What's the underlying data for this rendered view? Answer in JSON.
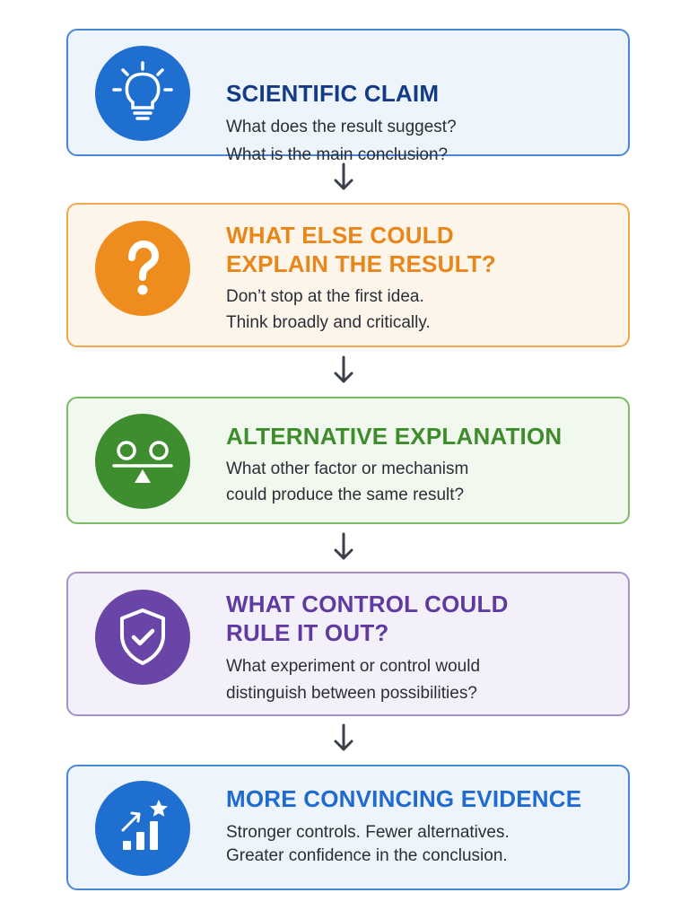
{
  "steps": [
    {
      "title_lines": [
        "SCIENTIFIC CLAIM"
      ],
      "body_lines": [
        "What does the result suggest?",
        "What is the main conclusion?"
      ],
      "icon": "lightbulb-icon",
      "color": "#1f6fd1"
    },
    {
      "title_lines": [
        "WHAT ELSE COULD",
        "EXPLAIN THE RESULT?"
      ],
      "body_lines": [
        "Don’t stop at the first idea.",
        "Think broadly and critically."
      ],
      "icon": "question-mark-icon",
      "color": "#ef8c1e"
    },
    {
      "title_lines": [
        "ALTERNATIVE EXPLANATION"
      ],
      "body_lines": [
        "What other factor or mechanism",
        "could produce the same result?"
      ],
      "icon": "balance-scale-icon",
      "color": "#3e8e2f"
    },
    {
      "title_lines": [
        "WHAT CONTROL COULD",
        "RULE IT OUT?"
      ],
      "body_lines": [
        "What experiment or control would",
        "distinguish between possibilities?"
      ],
      "icon": "shield-check-icon",
      "color": "#6a45a8"
    },
    {
      "title_lines": [
        "MORE CONVINCING EVIDENCE"
      ],
      "body_lines": [
        "Stronger controls. Fewer alternatives.",
        "Greater confidence in the conclusion."
      ],
      "icon": "growth-chart-star-icon",
      "color": "#1f6fd1"
    }
  ]
}
